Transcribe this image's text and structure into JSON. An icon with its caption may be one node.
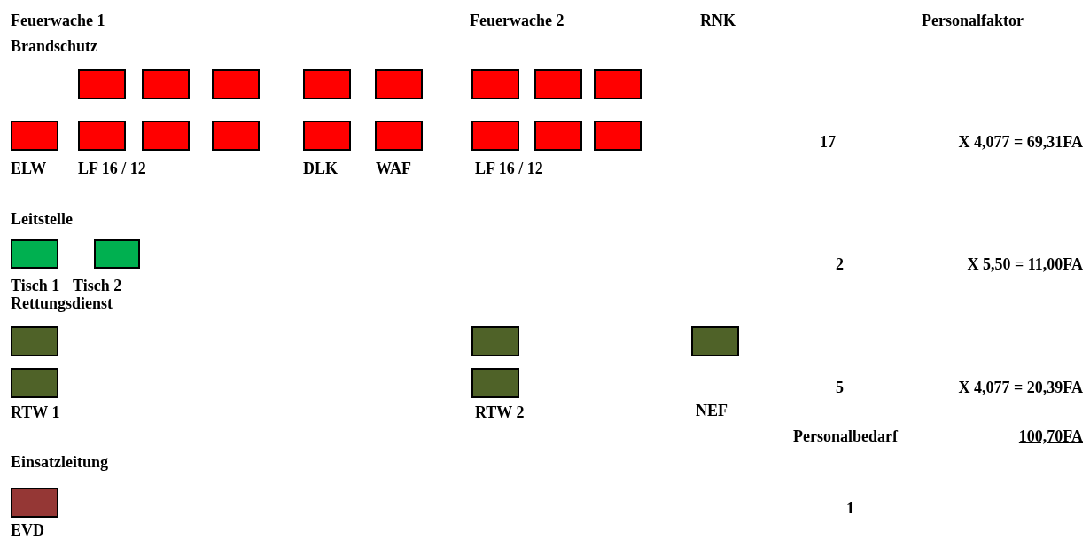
{
  "diagram": {
    "nodes": [
      {
        "text": [],
        "shape": "box"
      },
      {
        "text": [],
        "shape": "box"
      },
      {
        "text": [],
        "shape": "box"
      },
      {
        "text": [],
        "shape": "box"
      },
      {
        "text": [],
        "shape": "box"
      },
      {
        "text": [],
        "shape": "box"
      },
      {
        "text": [],
        "shape": "box"
      },
      {
        "text": [],
        "shape": "box"
      },
      {
        "text": [],
        "shape": "box"
      },
      {
        "text": [],
        "shape": "box"
      },
      {
        "text": [],
        "shape": "box"
      },
      {
        "text": [],
        "shape": "box"
      },
      {
        "text": [],
        "shape": "box"
      },
      {
        "text": [],
        "shape": "box"
      },
      {
        "text": [],
        "shape": "box"
      },
      {
        "text": [],
        "shape": "box"
      },
      {
        "text": [],
        "shape": "box"
      },
      {
        "text": [],
        "shape": "box"
      },
      {
        "text": [],
        "shape": "box"
      },
      {
        "text": [],
        "shape": "box"
      },
      {
        "text": [],
        "shape": "box"
      },
      {
        "text": [],
        "shape": "box"
      },
      {
        "text": [],
        "shape": "box"
      },
      {
        "text": [],
        "shape": "box"
      },
      {
        "text": [],
        "shape": "box"
      }
    ],
    "labels": [
      "Feuerwache 1",
      "Feuerwache 2",
      "RNK",
      "Personalfaktor",
      "Brandschutz",
      "17",
      "X 4,077 = 69,31FA",
      "ELW",
      "LF 16 / 12",
      "DLK",
      "WAF",
      "LF 16 / 12",
      "Leitstelle",
      "2",
      "X 5,50 = 11,00FA",
      "Tisch 1",
      "Tisch 2",
      "Rettungsdienst",
      "5",
      "X 4,077 = 20,39FA",
      "RTW 1",
      "RTW 2",
      "NEF",
      "Personalbedarf",
      "100,70FA",
      "Einsatzleitung",
      "1",
      "EVD"
    ]
  }
}
